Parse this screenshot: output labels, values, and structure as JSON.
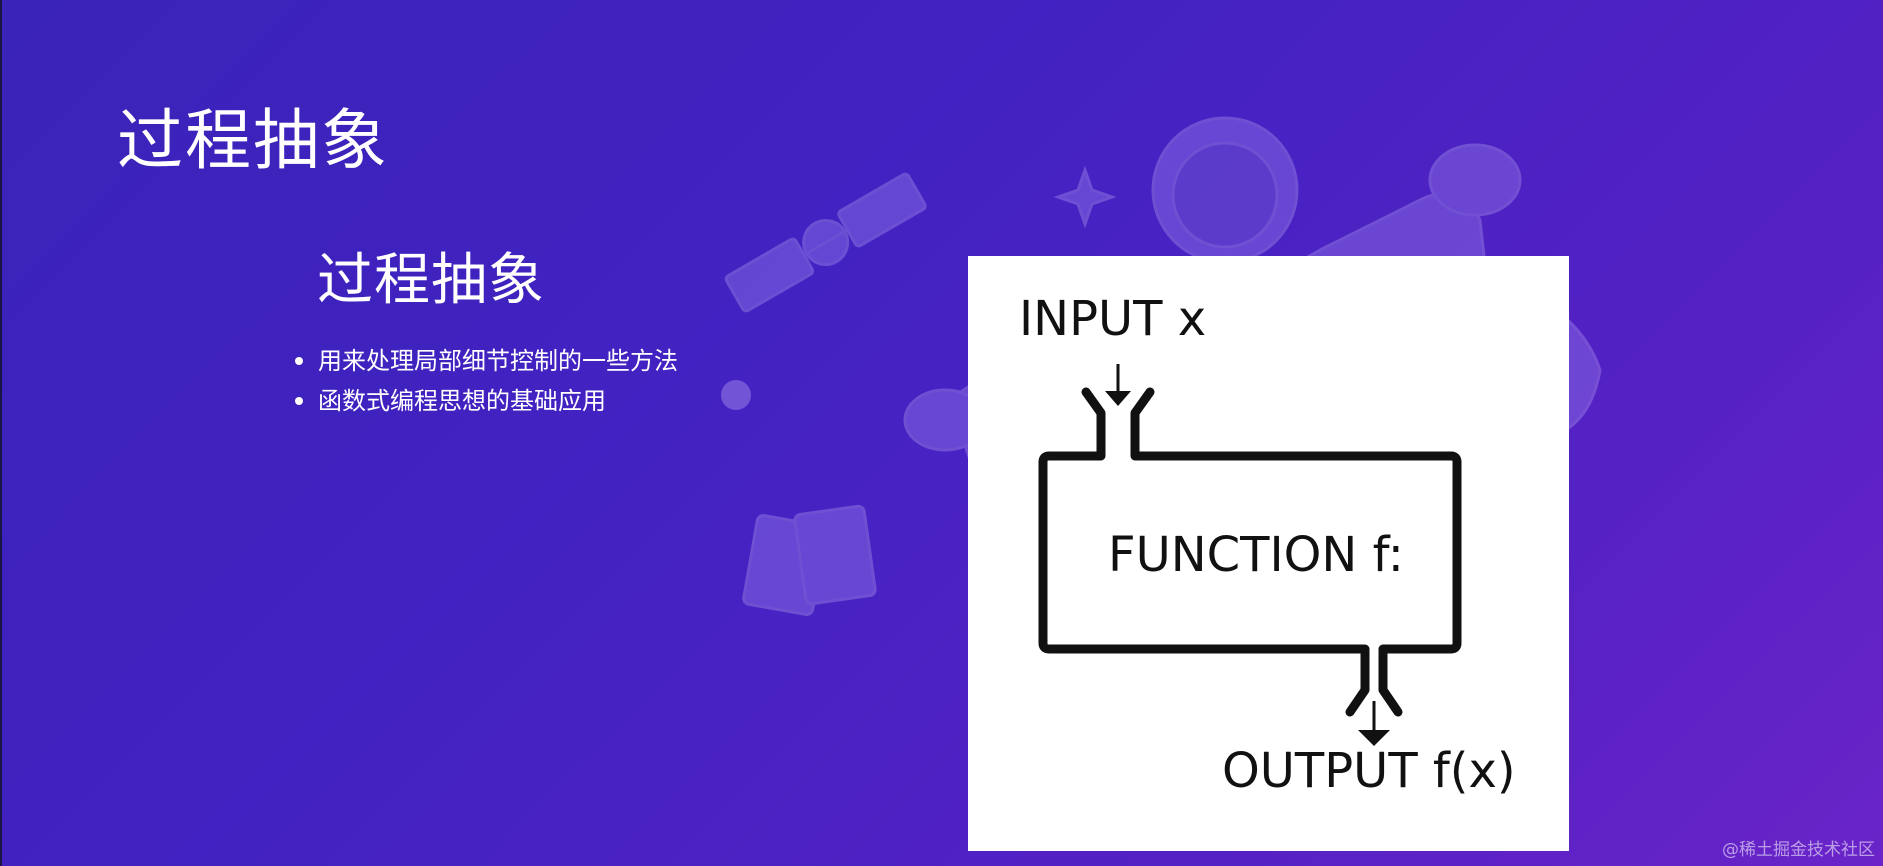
{
  "slide": {
    "title": "过程抽象",
    "subtitle": "过程抽象",
    "bullets": [
      "用来处理局部细节控制的一些方法",
      "函数式编程思想的基础应用"
    ]
  },
  "diagram": {
    "input_label": "INPUT x",
    "function_label": "FUNCTION f:",
    "output_label": "OUTPUT f(x)"
  },
  "watermark": "@稀土掘金技术社区",
  "colors": {
    "background_start": "#3a23b8",
    "background_end": "#6a24c8",
    "text": "#ffffff",
    "diagram_card": "#ffffff",
    "diagram_ink": "#111111"
  }
}
